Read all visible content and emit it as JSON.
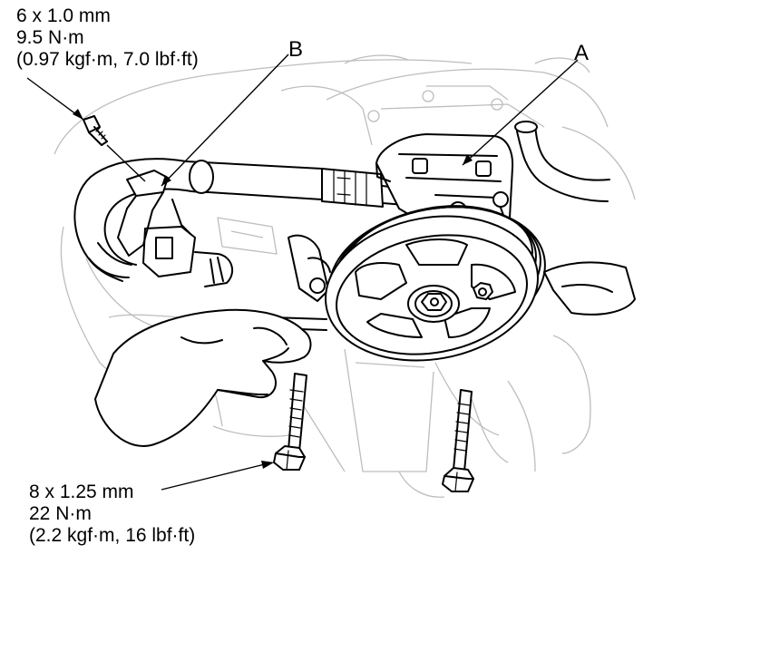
{
  "upper_bolt_spec": {
    "size": "6 x 1.0 mm",
    "torque_nm": "9.5 N·m",
    "torque_alt": "(0.97 kgf·m, 7.0 lbf·ft)"
  },
  "lower_bolt_spec": {
    "size": "8 x 1.25 mm",
    "torque_nm": "22 N·m",
    "torque_alt": "(2.2 kgf·m, 16 lbf·ft)"
  },
  "callouts": {
    "a": "A",
    "b": "B"
  }
}
